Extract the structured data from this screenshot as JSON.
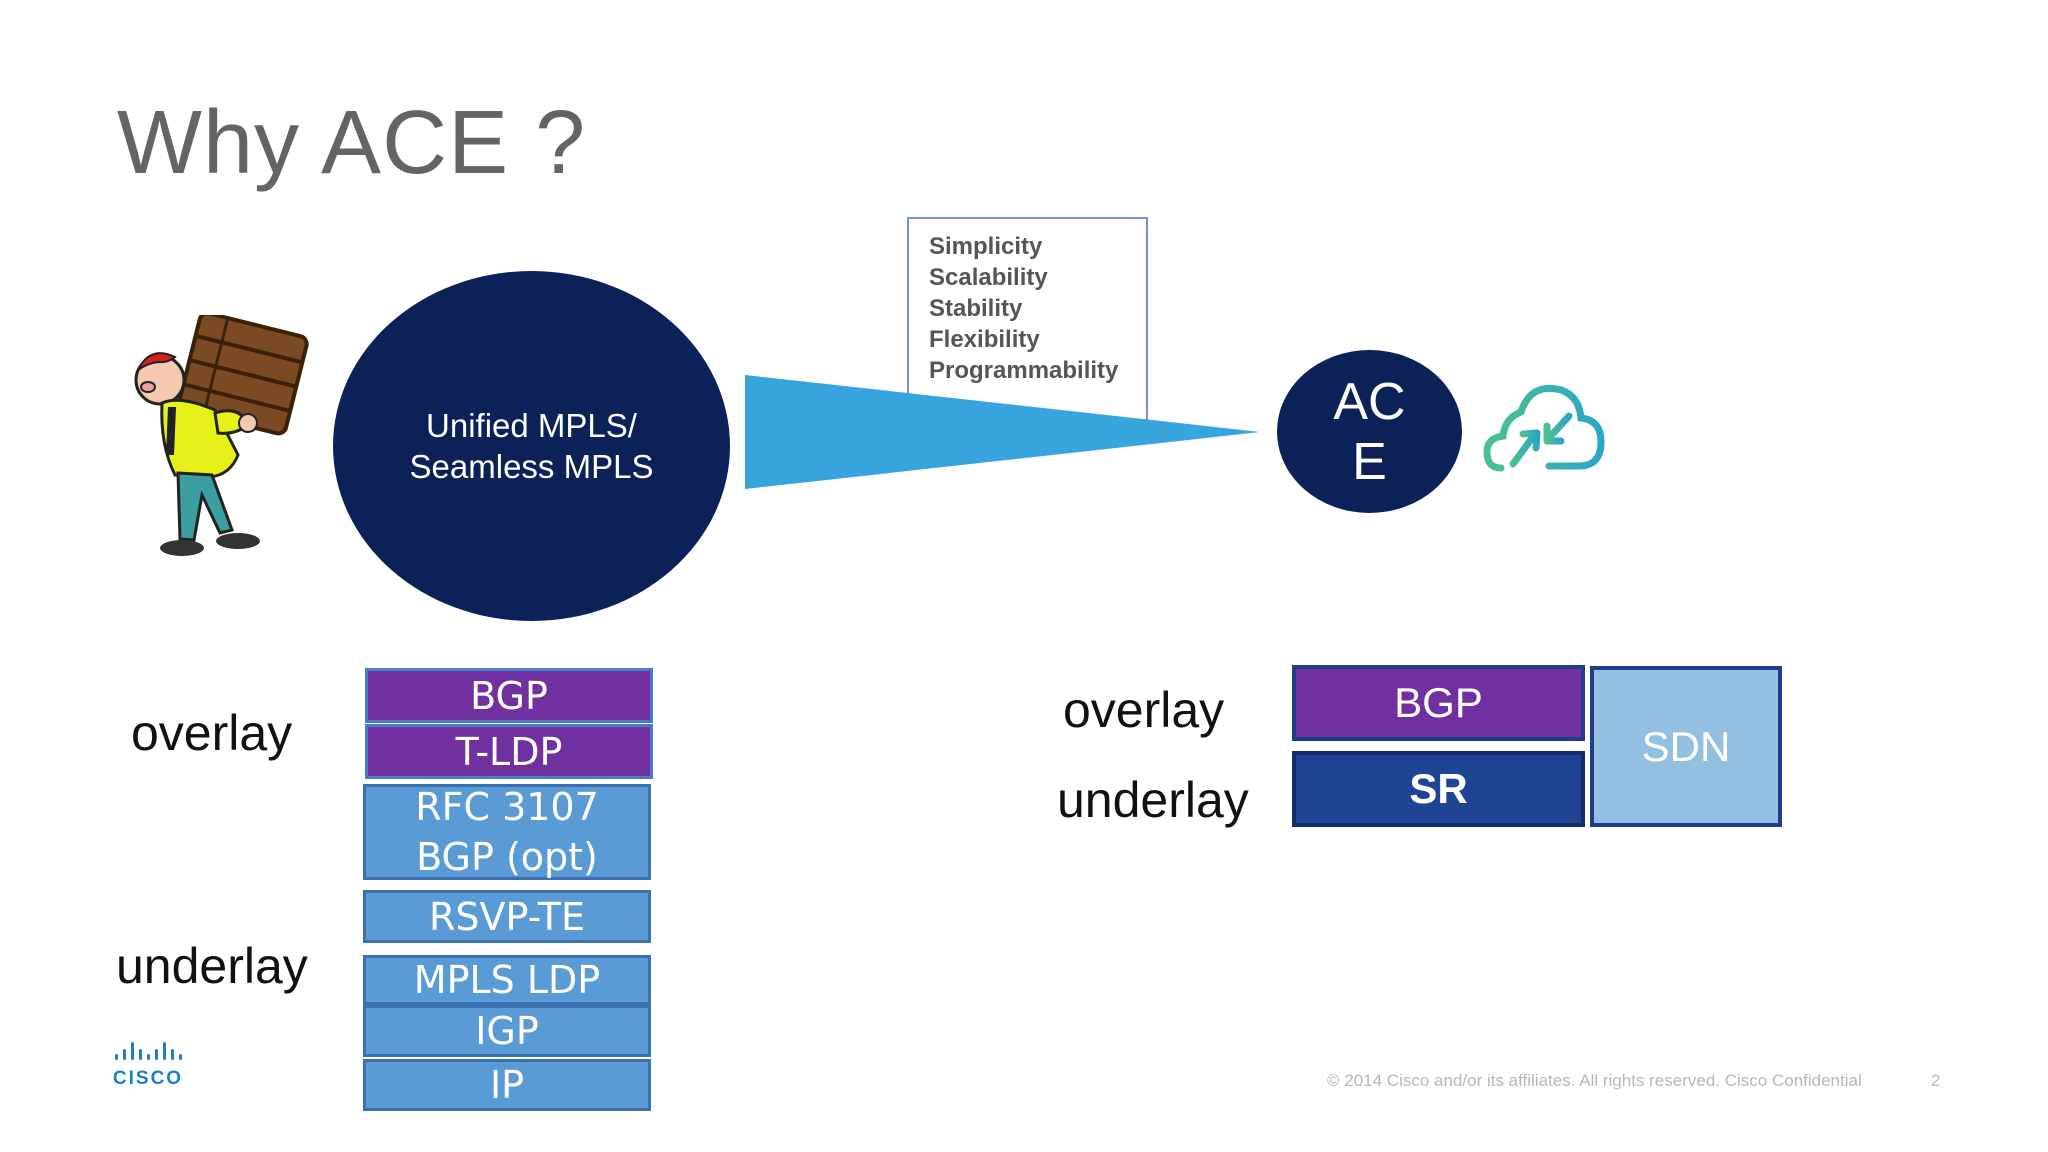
{
  "slide": {
    "title": "Why ACE ?",
    "unified_label": "Unified MPLS/ Seamless MPLS",
    "ace_label": "AC E",
    "benefits": [
      "Simplicity",
      "Scalability",
      "Stability",
      "Flexibility",
      "Programmability"
    ],
    "left_stack": {
      "overlay_label": "overlay",
      "underlay_label": "underlay",
      "blocks": [
        "BGP",
        "T-LDP",
        "RFC 3107",
        "BGP (opt)",
        "RSVP-TE",
        "MPLS LDP",
        "IGP",
        "IP"
      ]
    },
    "right_stack": {
      "overlay_label": "overlay",
      "underlay_label": "underlay",
      "bgp": "BGP",
      "sr": "SR",
      "sdn": "SDN"
    },
    "logo_text": "CISCO",
    "footer": "© 2014  Cisco and/or its affiliates. All rights reserved.    Cisco Confidential",
    "page_number": "2"
  },
  "colors": {
    "navy": "#0b2158",
    "purple": "#7030a0",
    "light_blue": "#5b9bd5",
    "sr_blue": "#1f4493",
    "sdn_blue": "#93bfe0",
    "arrow_blue": "#38a4dc"
  },
  "icons": [
    "person-carrying-crate-illustration",
    "cloud-sync-icon",
    "cisco-logo"
  ]
}
